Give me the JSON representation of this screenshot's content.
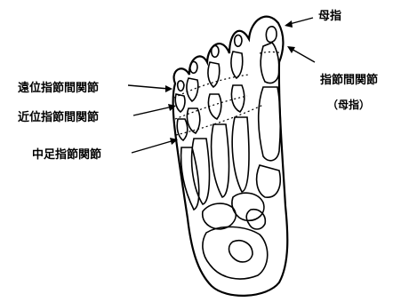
{
  "labels": {
    "hallux": "母指",
    "ip_joint": "指節間関節",
    "ip_joint_note": "（母指）",
    "dip": "遠位指節間関節",
    "pip": "近位指節間関節",
    "mtp": "中足指節関節"
  }
}
